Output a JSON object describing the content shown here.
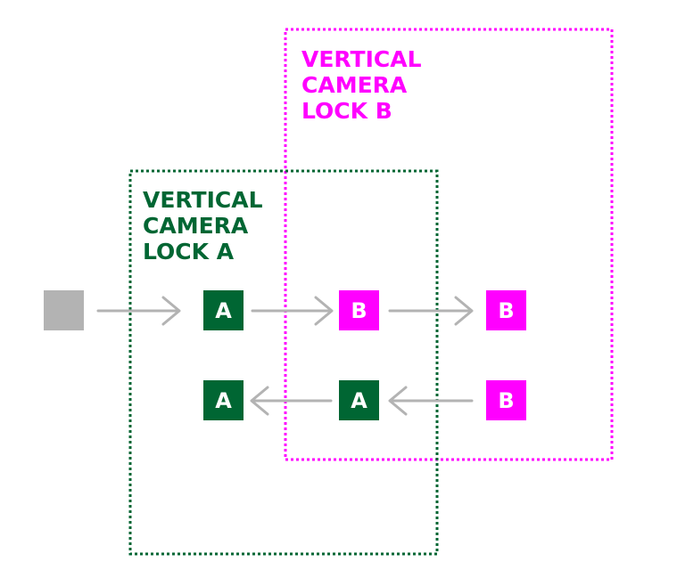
{
  "colors": {
    "lock_a": "#006633",
    "lock_b": "#ff00ff",
    "neutral": "#b3b3b3",
    "arrow": "#b3b3b3",
    "node_text": "#ffffff",
    "background": "#ffffff"
  },
  "locks": {
    "a": {
      "lines": [
        "VERTICAL",
        "CAMERA",
        "LOCK A"
      ]
    },
    "b": {
      "lines": [
        "VERTICAL",
        "CAMERA",
        "LOCK B"
      ]
    }
  },
  "nodes": {
    "start": {
      "label": ""
    },
    "row1_a": {
      "label": "A"
    },
    "row1_b": {
      "label": "B"
    },
    "row1_b_end": {
      "label": "B"
    },
    "row2_a_end": {
      "label": "A"
    },
    "row2_a": {
      "label": "A"
    },
    "row2_b_start": {
      "label": "B"
    }
  },
  "edges": [
    {
      "from": "start",
      "to": "row1_a"
    },
    {
      "from": "row1_a",
      "to": "row1_b"
    },
    {
      "from": "row1_b",
      "to": "row1_b_end"
    },
    {
      "from": "row2_b_start",
      "to": "row2_a"
    },
    {
      "from": "row2_a",
      "to": "row2_a_end"
    }
  ]
}
